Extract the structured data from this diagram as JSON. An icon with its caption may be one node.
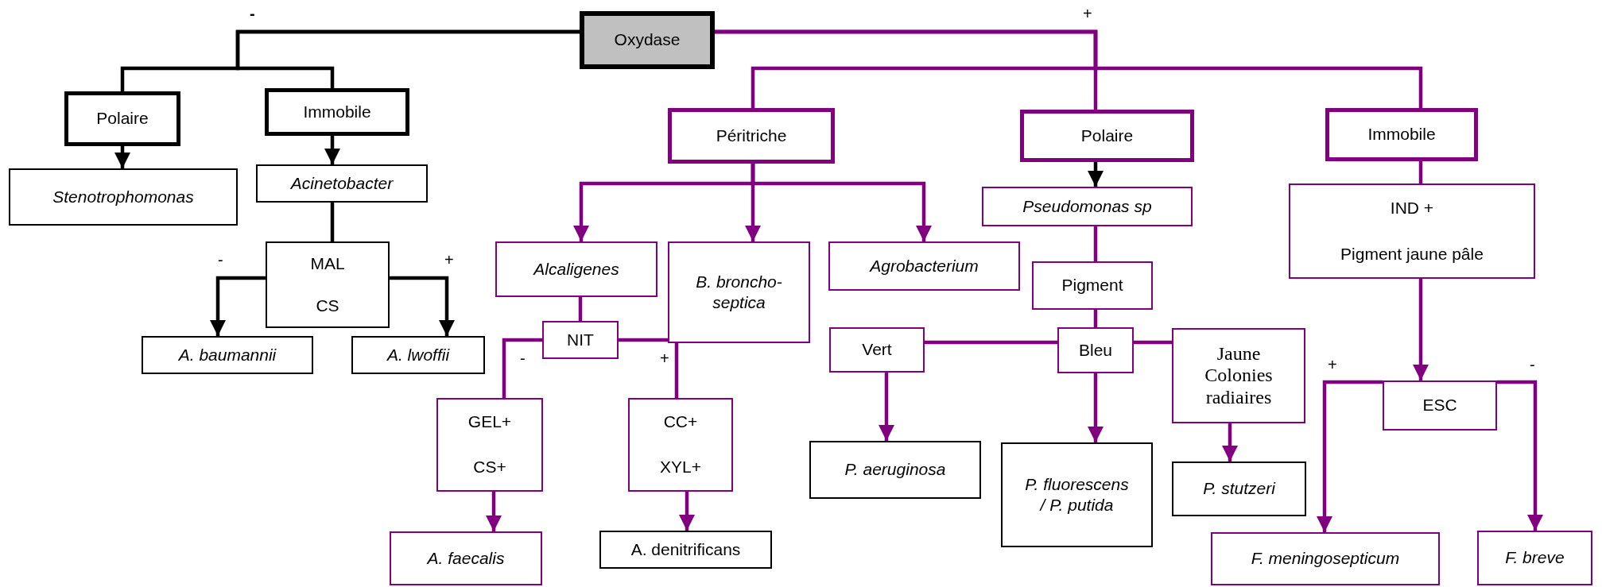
{
  "diagram": {
    "nodes": [
      {
        "text": [
          "Oxydase"
        ]
      },
      {
        "text": [
          "Polaire"
        ]
      },
      {
        "text": [
          "Immobile"
        ]
      },
      {
        "text": [
          "Stenotrophomonas"
        ]
      },
      {
        "text": [
          "Acinetobacter"
        ]
      },
      {
        "text": [
          "MAL",
          "CS"
        ]
      },
      {
        "text": [
          "A. baumannii"
        ]
      },
      {
        "text": [
          "A. lwoffii"
        ]
      },
      {
        "text": [
          "Péritriche"
        ]
      },
      {
        "text": [
          "Polaire"
        ]
      },
      {
        "text": [
          "Immobile"
        ]
      },
      {
        "text": [
          "Alcaligenes"
        ]
      },
      {
        "text": [
          "B. broncho- septica"
        ]
      },
      {
        "text": [
          "Agrobacterium"
        ]
      },
      {
        "text": [
          "Pseudomonas sp"
        ]
      },
      {
        "text": [
          "IND +",
          "Pigment jaune pâle"
        ]
      },
      {
        "text": [
          "Pigment"
        ]
      },
      {
        "text": [
          "NIT"
        ]
      },
      {
        "text": [
          "Vert"
        ]
      },
      {
        "text": [
          "Bleu"
        ]
      },
      {
        "text": [
          "Jaune Colonies radiaires"
        ]
      },
      {
        "text": [
          "GEL+",
          "CS+"
        ]
      },
      {
        "text": [
          "CC+",
          "XYL+"
        ]
      },
      {
        "text": [
          "P. aeruginosa"
        ]
      },
      {
        "text": [
          "P. fluorescens / P. putida"
        ]
      },
      {
        "text": [
          "P. stutzeri"
        ]
      },
      {
        "text": [
          "ESC"
        ]
      },
      {
        "text": [
          "A. faecalis"
        ]
      },
      {
        "text": [
          "A. denitrificans"
        ]
      },
      {
        "text": [
          "F. meningosepticum"
        ]
      },
      {
        "text": [
          "F. breve"
        ]
      }
    ],
    "edges": [
      {
        "from": 0,
        "to": 1,
        "arrow": "none",
        "color": "#000000"
      },
      {
        "from": 0,
        "to": 2,
        "arrow": "none",
        "color": "#000000"
      },
      {
        "from": 0,
        "to": 8,
        "arrow": "none"
      },
      {
        "from": 0,
        "to": 9,
        "arrow": "none"
      },
      {
        "from": 0,
        "to": 10,
        "arrow": "none"
      },
      {
        "from": 1,
        "to": 3,
        "arrow": "to",
        "color": "#000000"
      },
      {
        "from": 2,
        "to": 4,
        "arrow": "to",
        "color": "#000000"
      },
      {
        "from": 4,
        "to": 5,
        "arrow": "none",
        "color": "#000000"
      },
      {
        "from": 5,
        "to": 6,
        "arrow": "to",
        "label": "-",
        "color": "#000000"
      },
      {
        "from": 5,
        "to": 7,
        "arrow": "to",
        "label": "+",
        "color": "#000000"
      },
      {
        "from": 8,
        "to": 11,
        "arrow": "to"
      },
      {
        "from": 8,
        "to": 12,
        "arrow": "to"
      },
      {
        "from": 8,
        "to": 13,
        "arrow": "to"
      },
      {
        "from": 11,
        "to": 17,
        "arrow": "none"
      },
      {
        "from": 17,
        "to": 21,
        "arrow": "none",
        "label": "-"
      },
      {
        "from": 17,
        "to": 22,
        "arrow": "none",
        "label": "+"
      },
      {
        "from": 21,
        "to": 27,
        "arrow": "to"
      },
      {
        "from": 22,
        "to": 28,
        "arrow": "to"
      },
      {
        "from": 9,
        "to": 14,
        "arrow": "to",
        "color": "#000000"
      },
      {
        "from": 14,
        "to": 16,
        "arrow": "none"
      },
      {
        "from": 16,
        "to": 19,
        "arrow": "none"
      },
      {
        "from": 19,
        "to": 18,
        "arrow": "none"
      },
      {
        "from": 19,
        "to": 20,
        "arrow": "none"
      },
      {
        "from": 18,
        "to": 23,
        "arrow": "to"
      },
      {
        "from": 19,
        "to": 24,
        "arrow": "to"
      },
      {
        "from": 20,
        "to": 25,
        "arrow": "to"
      },
      {
        "from": 10,
        "to": 15,
        "arrow": "none"
      },
      {
        "from": 15,
        "to": 26,
        "arrow": "to"
      },
      {
        "from": 26,
        "to": 29,
        "arrow": "to",
        "label": "+"
      },
      {
        "from": 26,
        "to": 30,
        "arrow": "to",
        "label": "-"
      }
    ],
    "labels": [
      "-",
      "+"
    ]
  }
}
